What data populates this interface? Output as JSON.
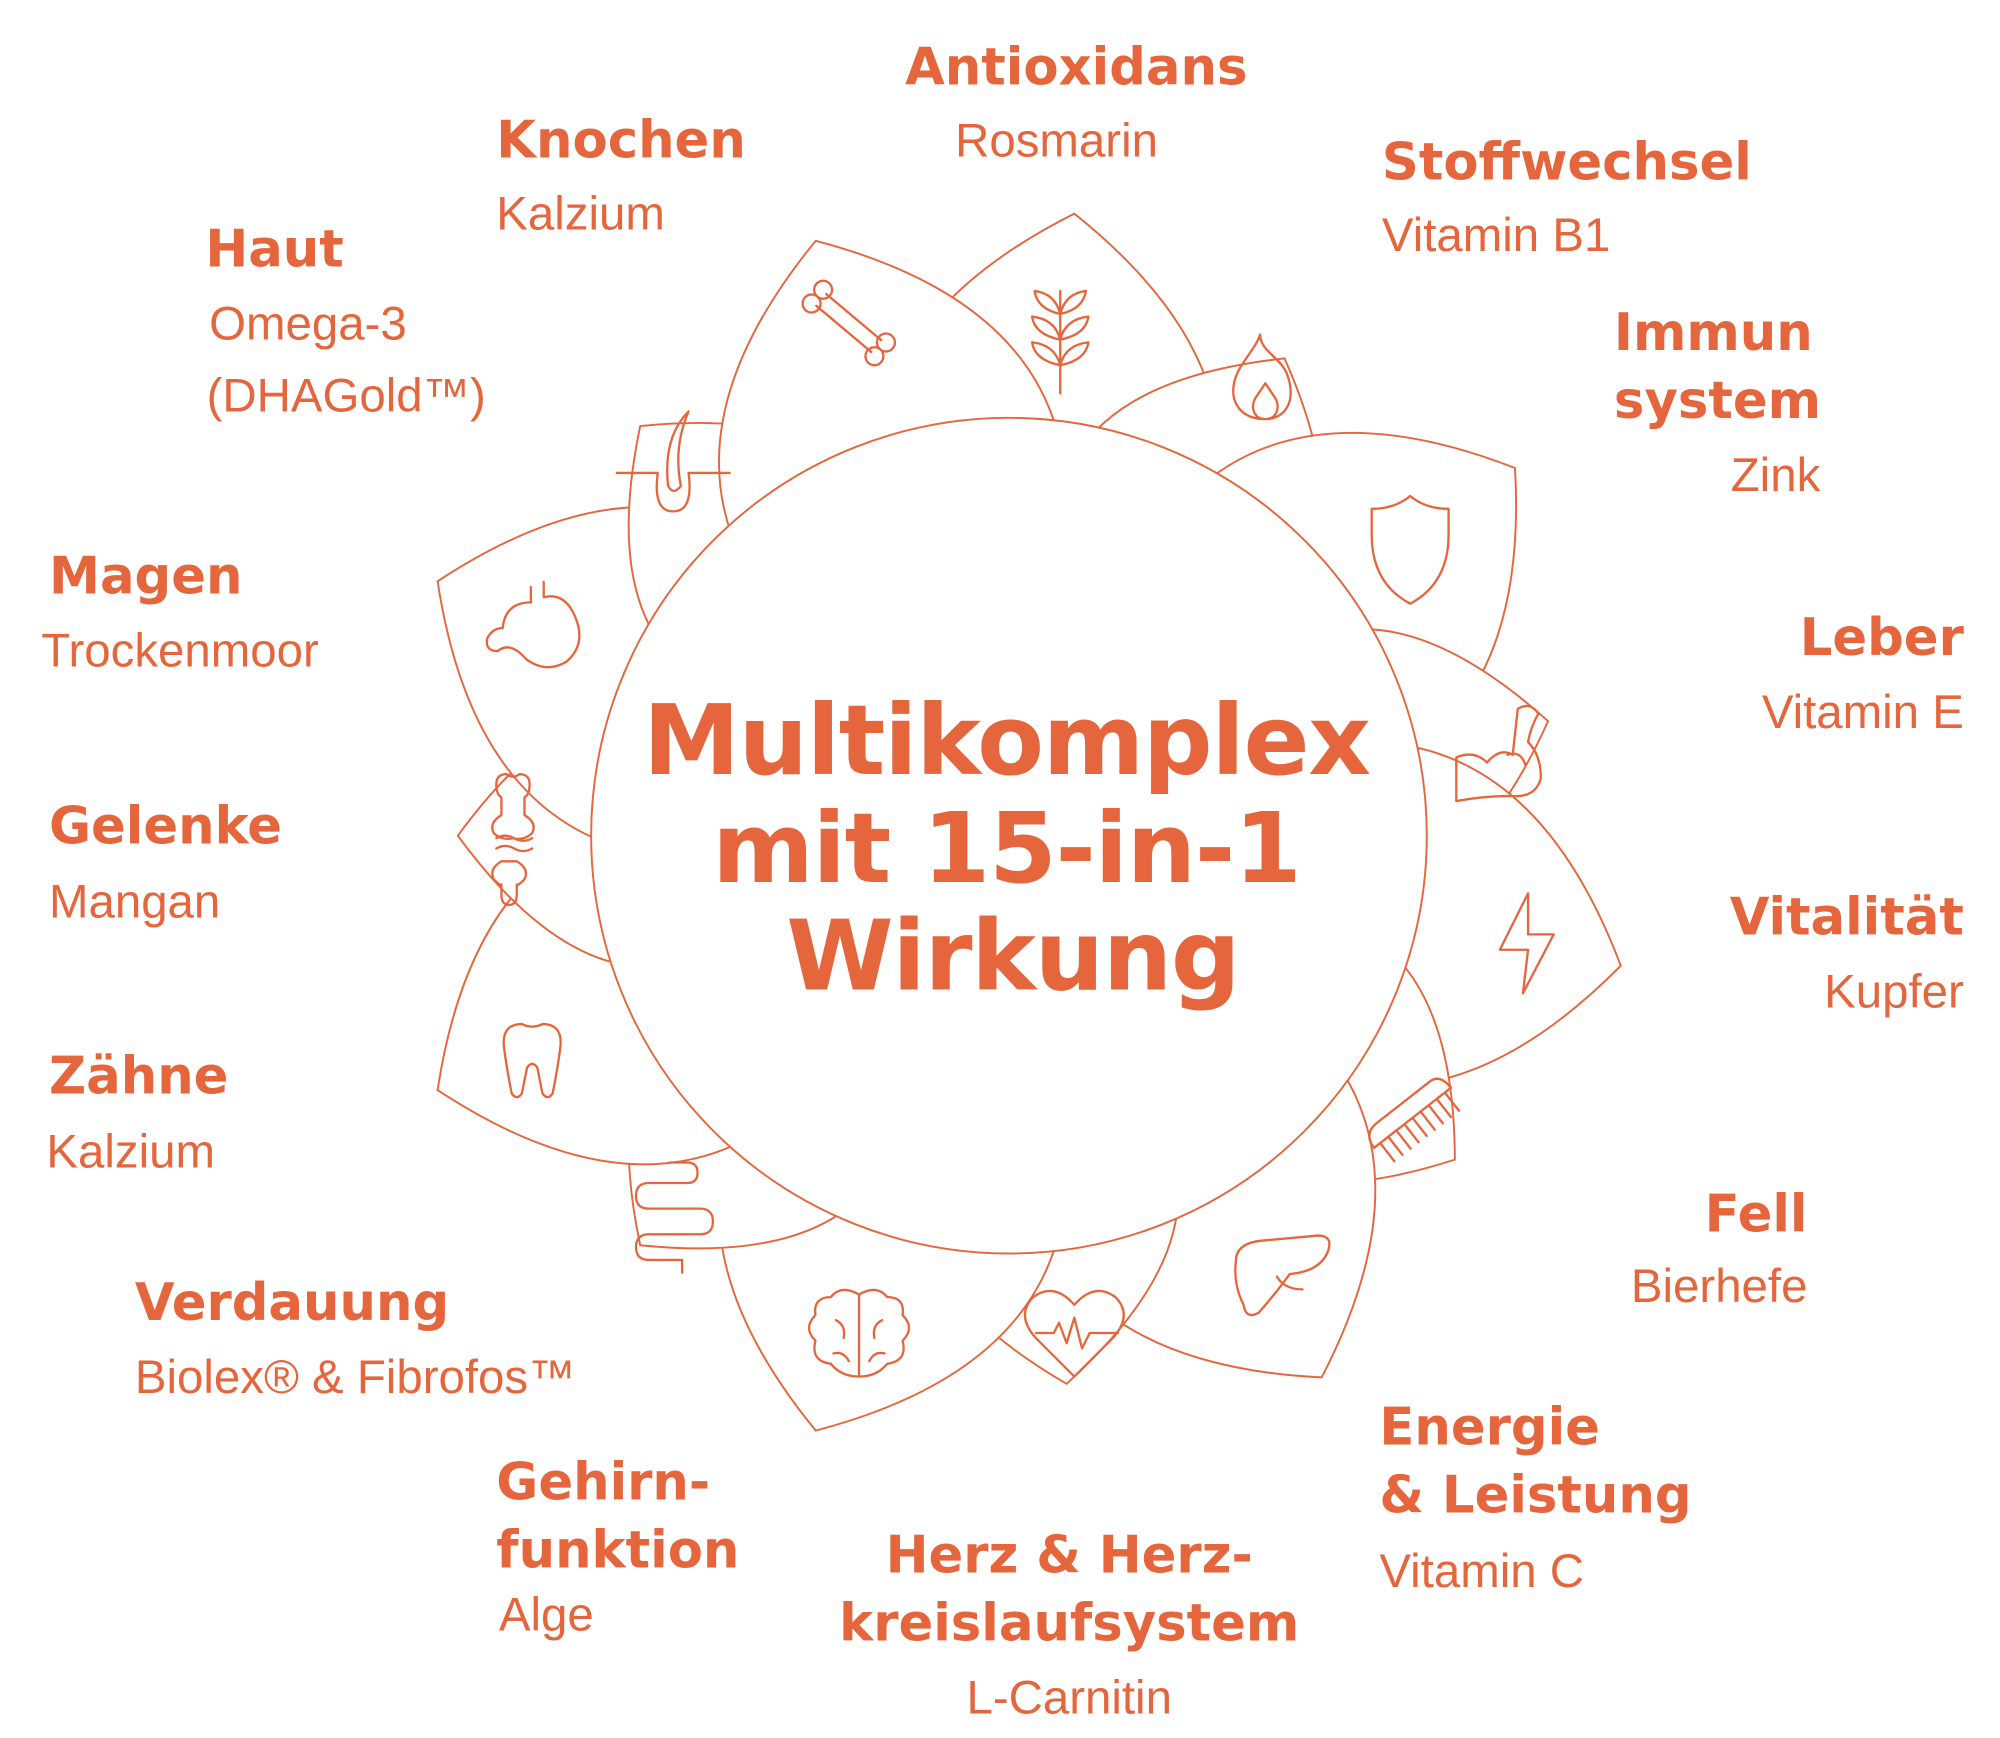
{
  "accent_color": "#E5663D",
  "center": {
    "line1": "Multikomplex",
    "line2": "mit 15-in-1",
    "line3": "Wirkung"
  },
  "benefits": {
    "antioxidans": {
      "title": "Antioxidans",
      "ingredient": "Rosmarin",
      "icon": "plant-icon"
    },
    "knochen": {
      "title": "Knochen",
      "ingredient": "Kalzium",
      "icon": "bone-icon"
    },
    "stoffwechsel": {
      "title": "Stoffwechsel",
      "ingredient": "Vitamin B1",
      "icon": "flame-icon"
    },
    "haut": {
      "title": "Haut",
      "ingredient1": "Omega-3",
      "ingredient2": "(DHAGold™)",
      "icon": "hair-follicle-icon"
    },
    "immunsystem": {
      "title1": "Immun",
      "title2": "system",
      "ingredient": "Zink",
      "icon": "shield-icon"
    },
    "magen": {
      "title": "Magen",
      "ingredient": "Trockenmoor",
      "icon": "stomach-icon"
    },
    "leber": {
      "title": "Leber",
      "ingredient": "Vitamin E",
      "icon": "muscle-icon"
    },
    "gelenke": {
      "title": "Gelenke",
      "ingredient": "Mangan",
      "icon": "joint-icon"
    },
    "vitalitaet": {
      "title": "Vitalität",
      "ingredient": "Kupfer",
      "icon": "lightning-icon"
    },
    "zaehne": {
      "title": "Zähne",
      "ingredient": "Kalzium",
      "icon": "tooth-icon"
    },
    "fell": {
      "title": "Fell",
      "ingredient": "Bierhefe",
      "icon": "comb-icon"
    },
    "verdauung": {
      "title": "Verdauung",
      "ingredient": "Biolex® & Fibrofos™",
      "icon": "intestine-icon"
    },
    "energie": {
      "title1": "Energie",
      "title2": "& Leistung",
      "ingredient": "Vitamin C",
      "icon": "liver-icon"
    },
    "gehirn": {
      "title1": "Gehirn-",
      "title2": "funktion",
      "ingredient": "Alge",
      "icon": "brain-icon"
    },
    "herz": {
      "title1": "Herz & Herz-",
      "title2": "kreislaufsystem",
      "ingredient": "L-Carnitin",
      "icon": "heart-pulse-icon"
    }
  }
}
